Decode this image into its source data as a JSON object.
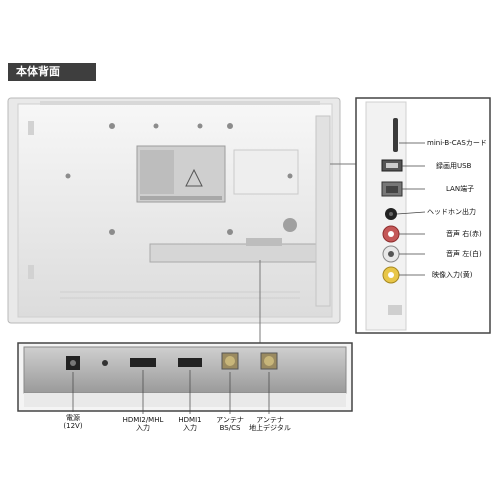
{
  "section_title": "本体背面",
  "side_labels": {
    "mini_bcas": "mini-B-CASカード",
    "usb": "録画用USB",
    "lan": "LAN端子",
    "headphone": "ヘッドホン出力",
    "audio_right": "音声 右(赤)",
    "audio_left": "音声 左(白)",
    "video": "映像入力(黄)"
  },
  "bottom_labels": {
    "power": [
      "電源",
      "(12V)"
    ],
    "hdmi2": [
      "HDMI2/MHL",
      "入力"
    ],
    "hdmi1": [
      "HDMI1",
      "入力"
    ],
    "antenna_bs": [
      "アンテナ",
      "BS/CS"
    ],
    "antenna_terrestrial": [
      "アンテナ",
      "地上デジタル"
    ]
  }
}
